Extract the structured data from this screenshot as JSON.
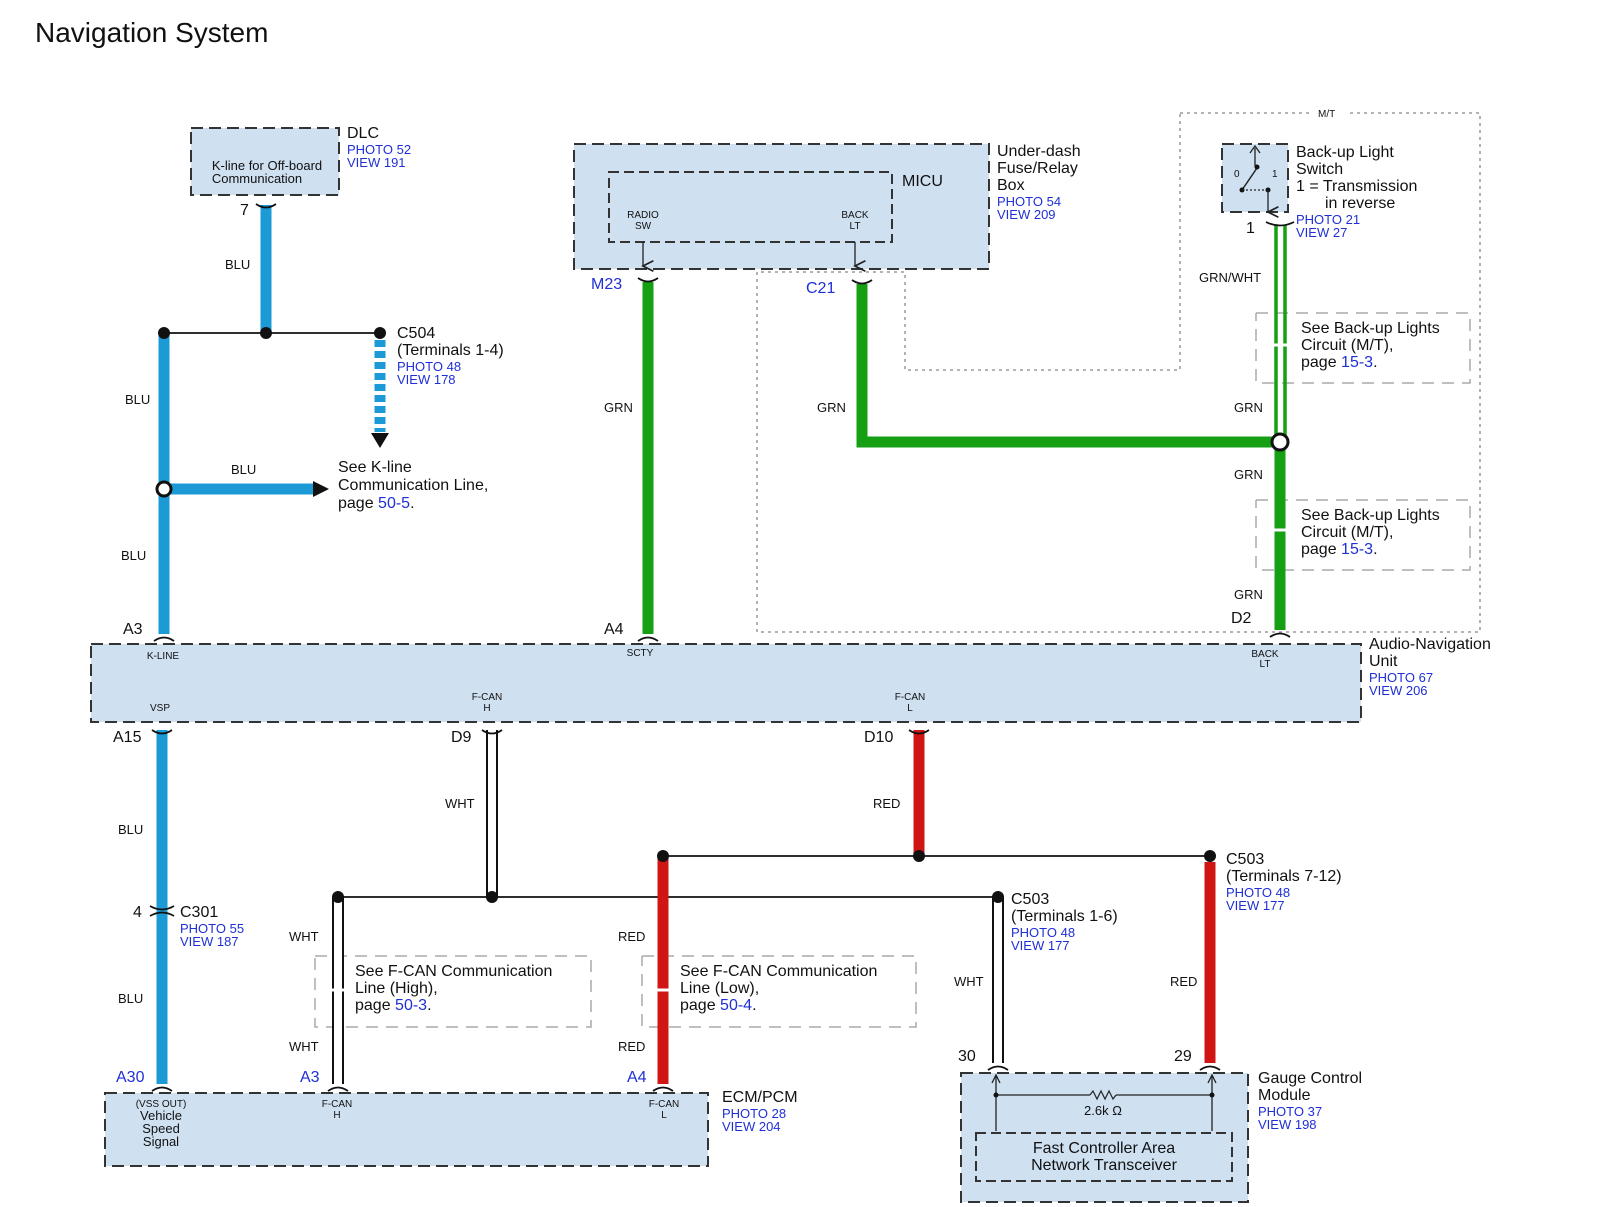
{
  "title": "Navigation System",
  "colors": {
    "blu": "#1b9ad6",
    "grn": "#14a012",
    "red": "#d01515",
    "wht": "#ffffff",
    "component_fill": "#cfe0f1",
    "ref_link": "#1f2fd6"
  },
  "components": {
    "dlc": {
      "name": "DLC",
      "photo": "PHOTO 52",
      "view": "VIEW 191",
      "line1": "K-line for Off-board",
      "line2": "Communication",
      "pin": "7"
    },
    "underdash": {
      "line1": "Under-dash",
      "line2": "Fuse/Relay",
      "line3": "Box",
      "photo": "PHOTO 54",
      "view": "VIEW 209"
    },
    "micu": {
      "name": "MICU",
      "radio1": "RADIO",
      "radio2": "SW",
      "back1": "BACK",
      "back2": "LT",
      "pin_radio": "M23",
      "pin_back": "C21"
    },
    "backup_switch": {
      "mt": "M/T",
      "line1": "Back-up Light",
      "line2": "Switch",
      "line3": "1 = Transmission",
      "line4": "in reverse",
      "photo": "PHOTO 21",
      "view": "VIEW 27",
      "pos0": "0",
      "pos1": "1",
      "pin": "1"
    },
    "c504": {
      "name": "C504",
      "terms": "(Terminals 1-4)",
      "photo": "PHOTO 48",
      "view": "VIEW 178"
    },
    "audio_nav": {
      "line1": "Audio-Navigation",
      "line2": "Unit",
      "photo": "PHOTO 67",
      "view": "VIEW 206",
      "kline": "K-LINE",
      "scty": "SCTY",
      "back1": "BACK",
      "back2": "LT",
      "vsp": "VSP",
      "fcanh1": "F-CAN",
      "fcanh2": "H",
      "fcanl1": "F-CAN",
      "fcanl2": "L",
      "pin_a3": "A3",
      "pin_a4": "A4",
      "pin_d2": "D2",
      "pin_a15": "A15",
      "pin_d9": "D9",
      "pin_d10": "D10"
    },
    "c301": {
      "name": "C301",
      "photo": "PHOTO 55",
      "view": "VIEW 187",
      "pin": "4"
    },
    "c503a": {
      "name": "C503",
      "terms": "(Terminals 1-6)",
      "photo": "PHOTO 48",
      "view": "VIEW 177"
    },
    "c503b": {
      "name": "C503",
      "terms": "(Terminals 7-12)",
      "photo": "PHOTO 48",
      "view": "VIEW 177"
    },
    "ecm": {
      "name": "ECM/PCM",
      "photo": "PHOTO 28",
      "view": "VIEW 204",
      "vss1": "(VSS OUT)",
      "vss2": "Vehicle",
      "vss3": "Speed",
      "vss4": "Signal",
      "fcanh1": "F-CAN",
      "fcanh2": "H",
      "fcanl1": "F-CAN",
      "fcanl2": "L",
      "pin_a30": "A30",
      "pin_a3": "A3",
      "pin_a4": "A4"
    },
    "gauge": {
      "line1": "Gauge Control",
      "line2": "Module",
      "photo": "PHOTO 37",
      "view": "VIEW 198",
      "resistor": "2.6k Ω",
      "trans1": "Fast Controller Area",
      "trans2": "Network Transceiver",
      "pin_30": "30",
      "pin_29": "29"
    }
  },
  "wire_labels": {
    "blu": "BLU",
    "grn": "GRN",
    "grnwht": "GRN/WHT",
    "wht": "WHT",
    "red": "RED"
  },
  "notes": {
    "kline": {
      "line1": "See K-line",
      "line2": "Communication Line,",
      "page_prefix": "page ",
      "page": "50-5",
      "end": "."
    },
    "backup1": {
      "line1": "See Back-up Lights",
      "line2": "Circuit (M/T),",
      "page_prefix": "page ",
      "page": "15-3",
      "end": "."
    },
    "backup2": {
      "line1": "See Back-up Lights",
      "line2": "Circuit (M/T),",
      "page_prefix": "page ",
      "page": "15-3",
      "end": "."
    },
    "fcan_high": {
      "line1": "See F-CAN Communication",
      "line2": "Line (High),",
      "page_prefix": "page ",
      "page": "50-3",
      "end": "."
    },
    "fcan_low": {
      "line1": "See F-CAN Communication",
      "line2": "Line (Low),",
      "page_prefix": "page ",
      "page": "50-4",
      "end": "."
    }
  }
}
